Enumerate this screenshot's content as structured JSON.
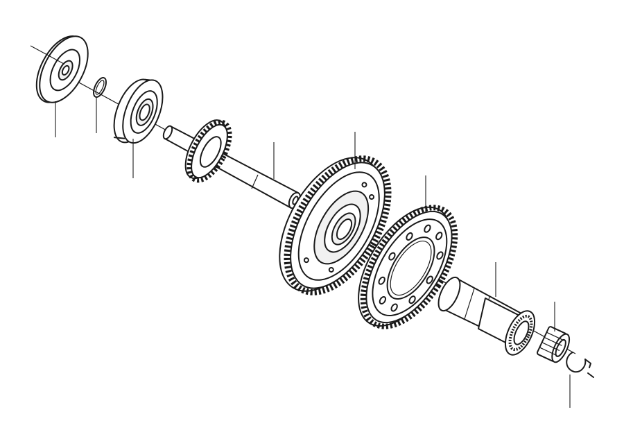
{
  "diagram": {
    "parts": [
      "flanged-cover-plate",
      "snap-ring-small",
      "ball-bearing",
      "pinion-shaft-with-helical-gear",
      "large-spur-gear-with-hub",
      "ring-gear-plate-with-bolt-holes",
      "splined-sleeve",
      "needle-roller-bearing",
      "circlip"
    ],
    "callouts": [],
    "colors": {
      "line": "#1a1a1a",
      "background": "#ffffff"
    }
  }
}
